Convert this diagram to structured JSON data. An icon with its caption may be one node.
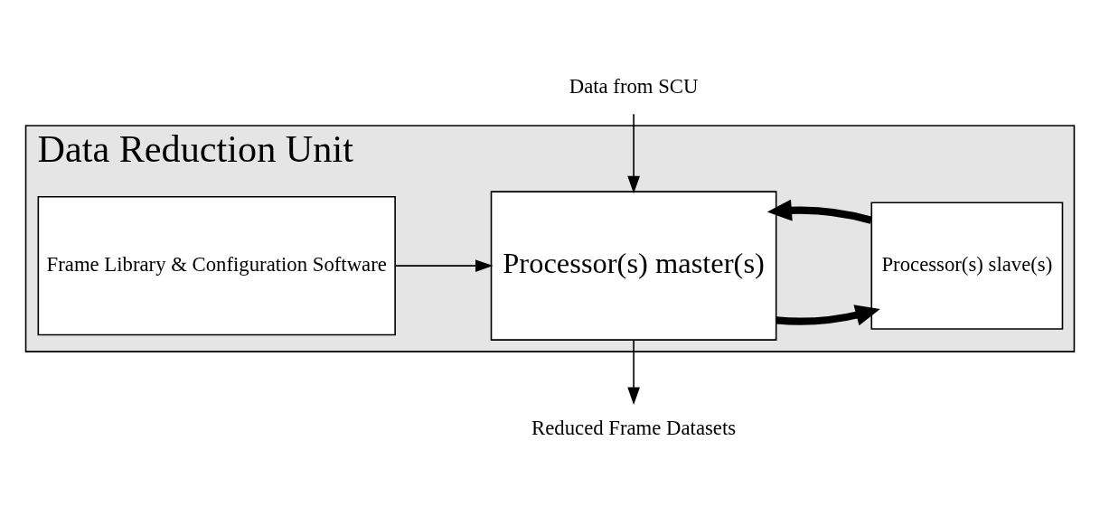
{
  "diagram": {
    "nodes": [
      {
        "text": [
          "Data from SCU"
        ]
      },
      {
        "text": [
          "Data Reduction Unit"
        ]
      },
      {
        "text": [
          "Frame Library & Configuration Software"
        ],
        "in": 1
      },
      {
        "text": [
          "Processor(s) master(s)"
        ],
        "in": 1
      },
      {
        "text": [
          "Processor(s) slave(s)"
        ],
        "in": 1
      },
      {
        "text": [
          "Reduced Frame Datasets"
        ]
      }
    ],
    "edges": [
      {
        "from": 0,
        "to": 3,
        "arrow": "to"
      },
      {
        "from": 2,
        "to": 3,
        "arrow": "to"
      },
      {
        "from": 3,
        "to": 4,
        "arrow": "to",
        "style": "thick"
      },
      {
        "from": 4,
        "to": 3,
        "arrow": "to",
        "style": "thick"
      },
      {
        "from": 3,
        "to": 5,
        "arrow": "to"
      }
    ]
  }
}
